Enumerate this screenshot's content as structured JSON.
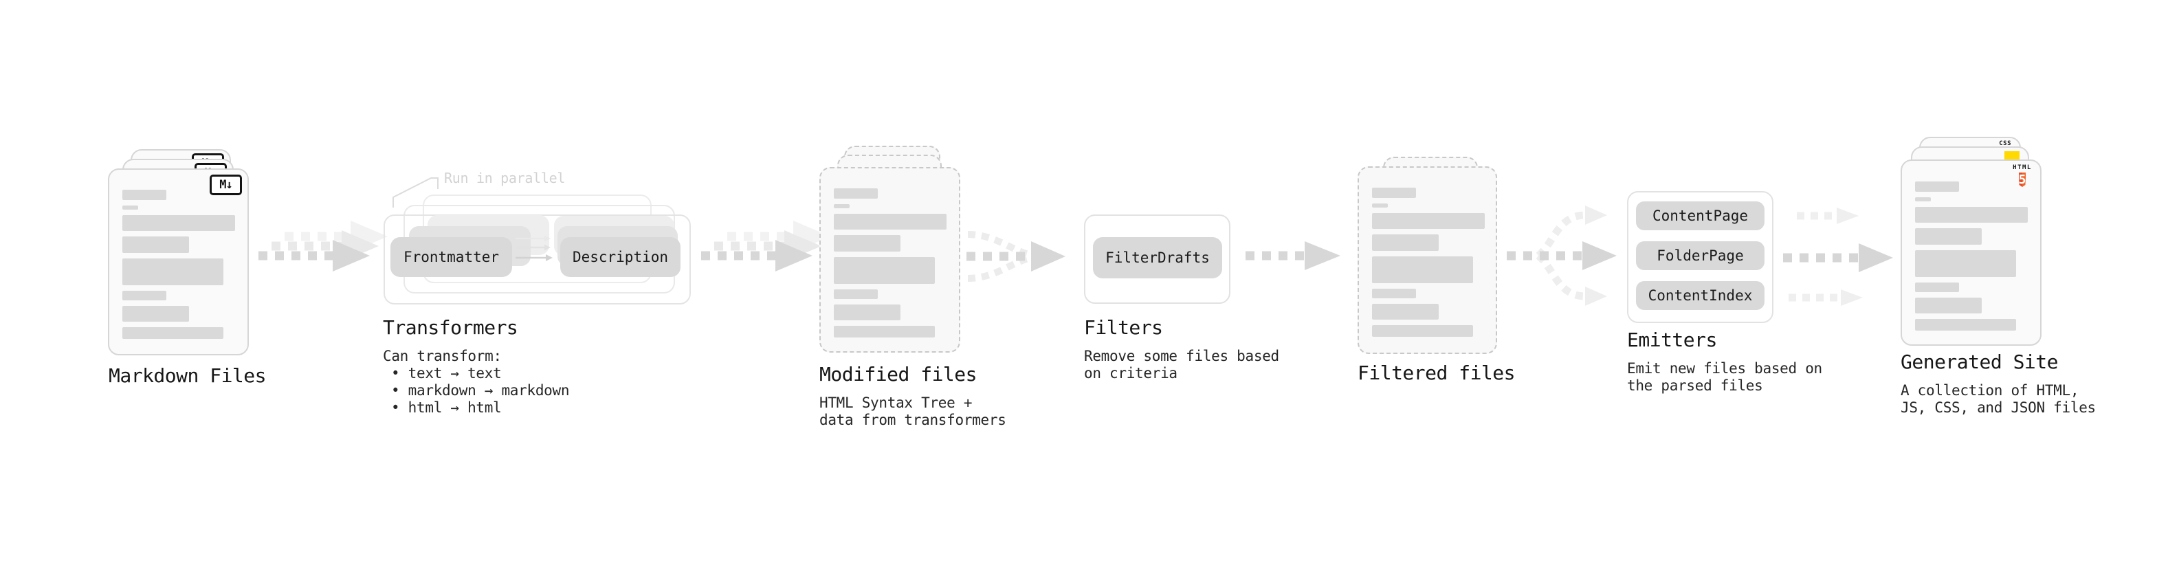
{
  "page": {
    "background": "#ffffff"
  },
  "colors": {
    "bar_gray": "#d9d9d9",
    "pill_gray": "#d9d9d9",
    "arrow_gray": "#d7d7d7",
    "html5_orange": "#e44d26",
    "html5_orange_light": "#f16529",
    "js_yellow": "#ffd900",
    "css_blue": "#2b6bf3"
  },
  "stages": {
    "markdown_files": {
      "title": "Markdown Files",
      "file_icon": "M↓"
    },
    "transformers": {
      "title": "Transformers",
      "annotation": "Run in parallel",
      "pills": [
        "Frontmatter",
        "Description"
      ],
      "desc_lines": [
        "Can transform:",
        "• text → text",
        "• markdown → markdown",
        "• html → html"
      ]
    },
    "modified_files": {
      "title": "Modified files",
      "desc_lines": [
        "HTML Syntax Tree +",
        "data from transformers"
      ]
    },
    "filters": {
      "title": "Filters",
      "pills": [
        "FilterDrafts"
      ],
      "desc_lines": [
        "Remove some files based",
        "on criteria"
      ]
    },
    "filtered_files": {
      "title": "Filtered files"
    },
    "emitters": {
      "title": "Emitters",
      "pills": [
        "ContentPage",
        "FolderPage",
        "ContentIndex"
      ],
      "desc_lines": [
        "Emit new files based on",
        "the parsed files"
      ]
    },
    "generated_site": {
      "title": "Generated Site",
      "desc_lines": [
        "A collection of HTML,",
        "JS, CSS, and JSON files"
      ],
      "icons": {
        "html_label": "HTML",
        "html_number": "5",
        "css_label": "CSS"
      }
    }
  }
}
